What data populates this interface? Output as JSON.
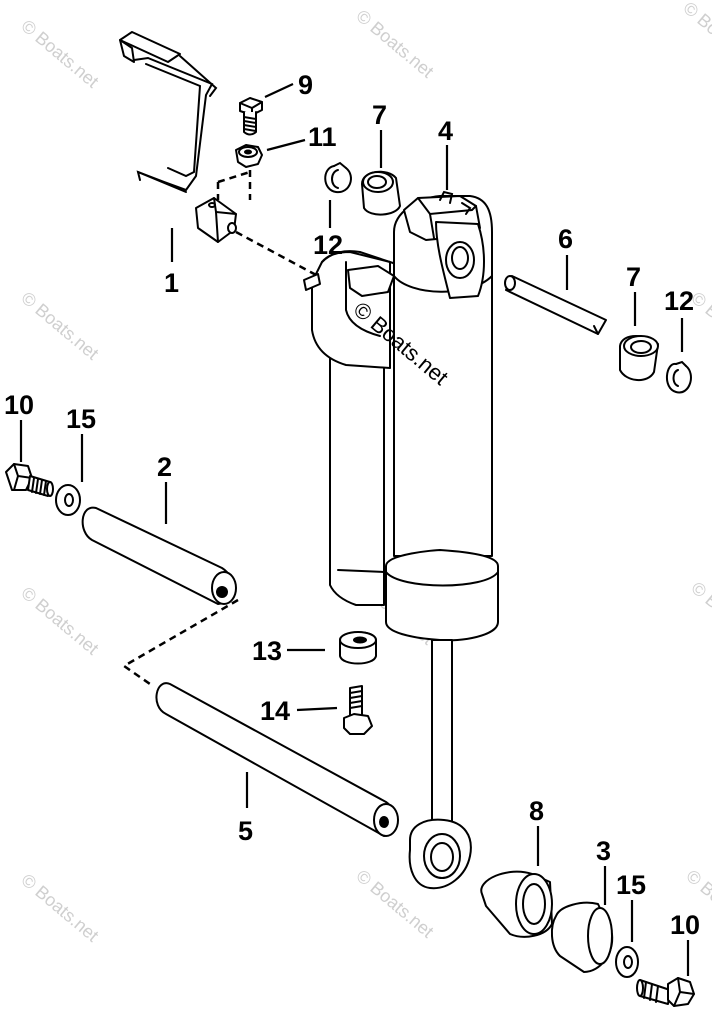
{
  "watermark": {
    "text": "© Boats.net"
  },
  "callouts": {
    "c1": "1",
    "c2": "2",
    "c3": "3",
    "c4": "4",
    "c5": "5",
    "c6": "6",
    "c7a": "7",
    "c7b": "7",
    "c8": "8",
    "c9": "9",
    "c10a": "10",
    "c10b": "10",
    "c11": "11",
    "c12a": "12",
    "c12b": "12",
    "c13": "13",
    "c14": "14",
    "c15a": "15",
    "c15b": "15"
  }
}
